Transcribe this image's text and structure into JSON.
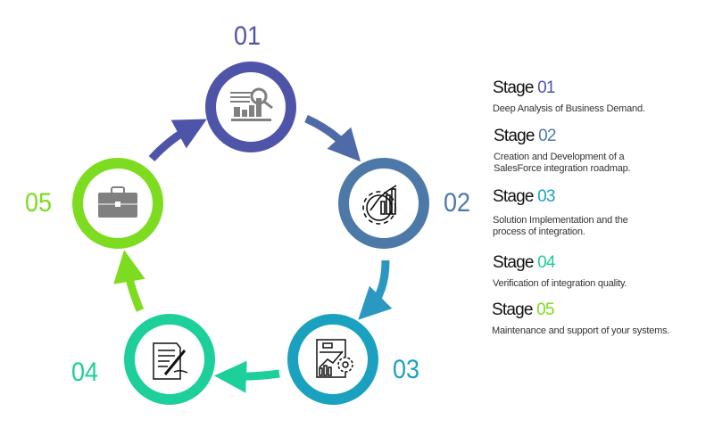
{
  "stages": [
    {
      "number": "01",
      "title_word": "Stage",
      "description": "Deep Analysis of Business Demand.",
      "color": "#4e54a8",
      "icon": "chart-magnifier-icon"
    },
    {
      "number": "02",
      "title_word": "Stage",
      "description": "Creation and Development of a SalesForce integration roadmap.",
      "color": "#4d79a8",
      "icon": "gear-chart-icon"
    },
    {
      "number": "03",
      "title_word": "Stage",
      "description": "Solution Implementation and the process of integration.",
      "color": "#1ba1c0",
      "icon": "report-gear-icon"
    },
    {
      "number": "04",
      "title_word": "Stage",
      "description": "Verification of integration quality.",
      "color": "#1ccf9b",
      "icon": "document-signing-icon"
    },
    {
      "number": "05",
      "title_word": "Stage",
      "description": "Maintenance and support of your systems.",
      "color": "#7ddc1f",
      "icon": "briefcase-icon"
    }
  ]
}
